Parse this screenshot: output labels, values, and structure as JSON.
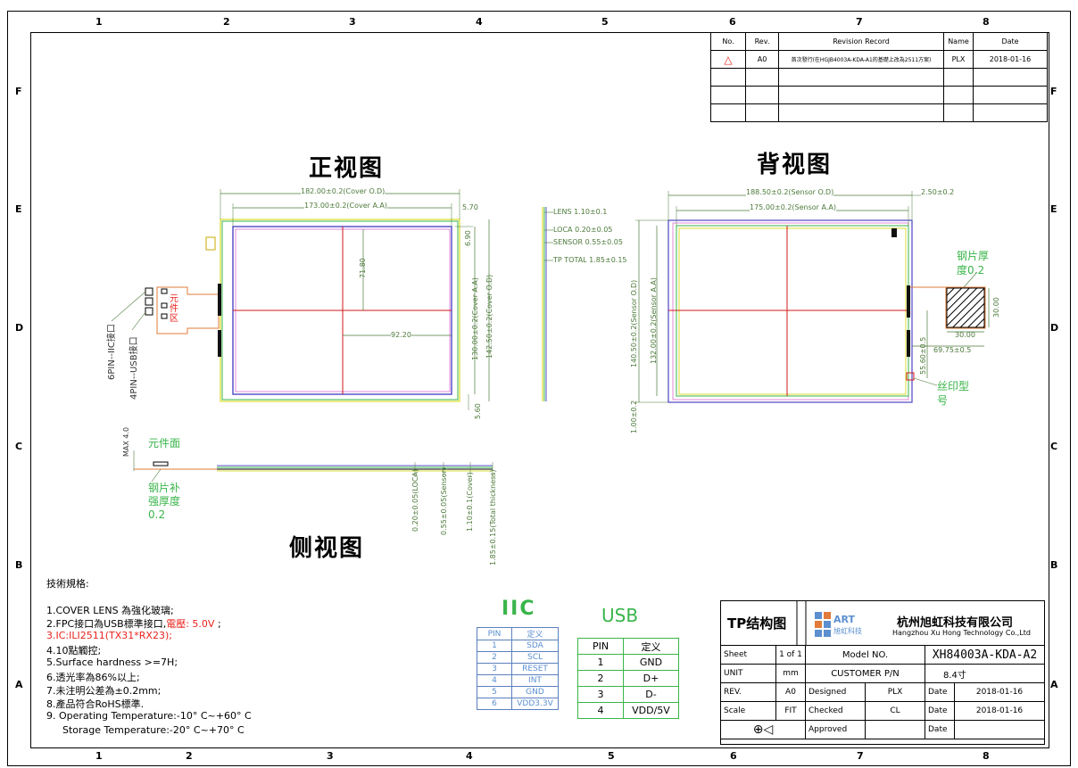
{
  "columns_top": [
    "1",
    "2",
    "3",
    "4",
    "5",
    "6",
    "7",
    "8"
  ],
  "columns_bottom": [
    "1",
    "2",
    "3",
    "4",
    "5",
    "6",
    "7",
    "8"
  ],
  "rows": [
    "F",
    "E",
    "D",
    "C",
    "B",
    "A"
  ],
  "revision_table": {
    "headers": [
      "No.",
      "Rev.",
      "Revision  Record",
      "Name",
      "Date"
    ],
    "rows": [
      {
        "no": "△",
        "rev": "A0",
        "record": "首次發行(在HGJB4003A-KDA-A1的基礎上改為2511方案)",
        "name": "PLX",
        "date": "2018-01-16"
      }
    ]
  },
  "views": {
    "front": "正视图",
    "back": "背视图",
    "side": "侧视图"
  },
  "front_dims": {
    "cover_od": "182.00±0.2(Cover O.D)",
    "cover_aa": "173.00±0.2(Cover A.A)",
    "r570": "5.70",
    "d690": "6.90",
    "d7180": "71.80",
    "d9220": "92.20",
    "d560": "5.60",
    "v130": "130.00±0.2(Cover A.A)",
    "v142": "142.50±0.2(Cover O.D)",
    "comp_area": "元件区",
    "pin6": "6PIN--IIC接口",
    "pin4": "4PIN--USB接口"
  },
  "stack": {
    "lens": "LENS 1.10±0.1",
    "loca": "LOCA 0.20±0.05",
    "sensor": "SENSOR 0.55±0.05",
    "total": "TP TOTAL 1.85±0.15"
  },
  "back_dims": {
    "sensor_od": "188.50±0.2(Sensor O.D)",
    "sensor_aa": "175.00±0.2(Sensor A.A)",
    "r250": "2.50±0.2",
    "v140": "140.50±0.2(Sensor O.D)",
    "v132": "132.00±0.2(Sensor A.A)",
    "d100": "1.00±0.2",
    "d3000a": "30.00",
    "d3000b": "30.00",
    "d6975": "69.75±0.5",
    "d5560": "55.60±0.5",
    "steel": "钢片厚度0.2",
    "silk": "丝印型号"
  },
  "side_dims": {
    "max": "MAX 4.0",
    "comp_face": "元件面",
    "steel": "钢片补强厚度0.2",
    "loca": "0.20±0.05(LOCA)",
    "sensor": "0.55±0.05(Sensor)",
    "cover": "1.10±0.1(Cover)",
    "total": "1.85±0.15(Total thickness)"
  },
  "specs": {
    "title": "技術規格:",
    "l1": "1.COVER LENS 為強化玻璃;",
    "l2a": "2.FPC接口為USB標準接口,",
    "l2b": "電壓: 5.0V",
    "l2c": ";",
    "l3": "3.IC:ILI2511(TX31*RX23);",
    "l4": "4.10點觸控;",
    "l5": "5.Surface hardness >=7H;",
    "l6": "6.透光率為86%以上;",
    "l7": "7.未注明公差為±0.2mm;",
    "l8": "8.產品符合RoHS標準.",
    "l9": "9.  Operating Temperature:-10° C~+60° C",
    "l10": "Storage Temperature:-20° C~+70° C"
  },
  "iic": {
    "title": "IIC",
    "headers": [
      "PIN",
      "定义"
    ],
    "rows": [
      [
        "1",
        "SDA"
      ],
      [
        "2",
        "SCL"
      ],
      [
        "3",
        "RESET"
      ],
      [
        "4",
        "INT"
      ],
      [
        "5",
        "GND"
      ],
      [
        "6",
        "VDD3.3V"
      ]
    ]
  },
  "usb": {
    "title": "USB",
    "headers": [
      "PIN",
      "定义"
    ],
    "rows": [
      [
        "1",
        "GND"
      ],
      [
        "2",
        "D+"
      ],
      [
        "3",
        "D-"
      ],
      [
        "4",
        "VDD/5V"
      ]
    ]
  },
  "title_block": {
    "structure": "TP结构图",
    "logo_text": "ART",
    "logo_sub": "旭虹科技",
    "company_cn": "杭州旭虹科技有限公司",
    "company_en": "Hangzhou Xu Hong Technology Co.,Ltd",
    "sheet_label": "Sheet",
    "sheet_val": "1 of 1",
    "model_label": "Model NO.",
    "model_val": "XH84003A-KDA-A2",
    "unit_label": "UNIT",
    "unit_val": "mm",
    "customer_label": "CUSTOMER P/N",
    "customer_val": "8.4寸",
    "rev_label": "REV.",
    "rev_val": "A0",
    "designed_label": "Designed",
    "designed_val": "PLX",
    "date_label": "Date",
    "designed_date": "2018-01-16",
    "scale_label": "Scale",
    "scale_val": "FIT",
    "checked_label": "Checked",
    "checked_val": "CL",
    "checked_date": "2018-01-16",
    "approved_label": "Approved"
  }
}
